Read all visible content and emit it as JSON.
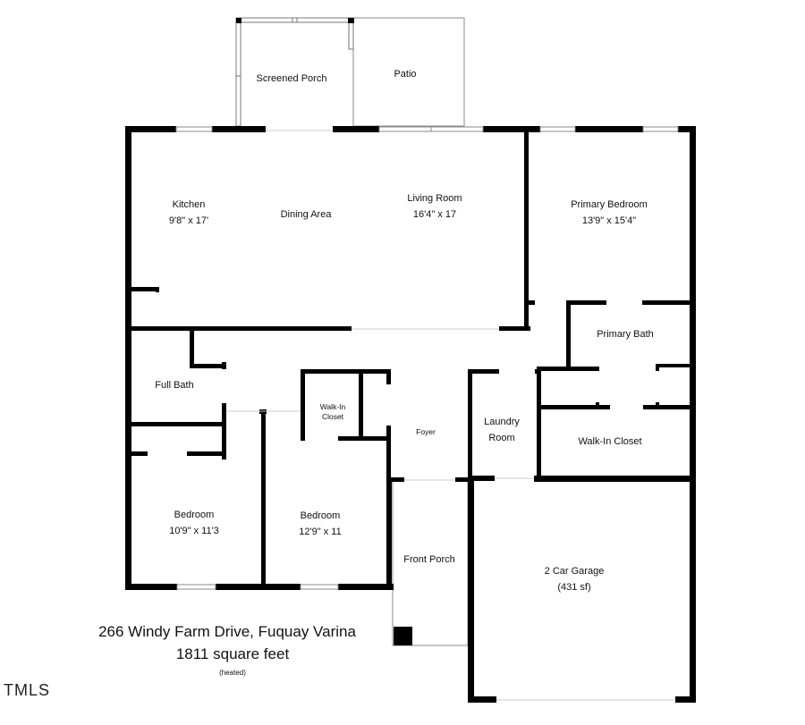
{
  "floor_plan": {
    "rooms": [
      {
        "id": "screened-porch",
        "name": "Screened Porch",
        "dimensions": ""
      },
      {
        "id": "patio",
        "name": "Patio",
        "dimensions": ""
      },
      {
        "id": "kitchen",
        "name": "Kitchen",
        "dimensions": "9'8\" x 17'"
      },
      {
        "id": "dining-area",
        "name": "Dining Area",
        "dimensions": ""
      },
      {
        "id": "living-room",
        "name": "Living Room",
        "dimensions": "16'4\" x 17"
      },
      {
        "id": "primary-bedroom",
        "name": "Primary Bedroom",
        "dimensions": "13'9\" x 15'4\""
      },
      {
        "id": "primary-bath",
        "name": "Primary Bath",
        "dimensions": ""
      },
      {
        "id": "full-bath",
        "name": "Full Bath",
        "dimensions": ""
      },
      {
        "id": "walk-in-closet-small",
        "name": "Walk-In",
        "name2": "Closet",
        "dimensions": ""
      },
      {
        "id": "foyer",
        "name": "Foyer",
        "dimensions": ""
      },
      {
        "id": "laundry-room",
        "name": "Laundry",
        "name2": "Room",
        "dimensions": ""
      },
      {
        "id": "walk-in-closet",
        "name": "Walk-In Closet",
        "dimensions": ""
      },
      {
        "id": "bedroom-1",
        "name": "Bedroom",
        "dimensions": "10'9\" x 11'3"
      },
      {
        "id": "bedroom-2",
        "name": "Bedroom",
        "dimensions": "12'9\" x 11"
      },
      {
        "id": "front-porch",
        "name": "Front Porch",
        "dimensions": ""
      },
      {
        "id": "garage",
        "name": "2 Car Garage",
        "dimensions": "(431 sf)"
      }
    ]
  },
  "footer": {
    "address": "266 Windy Farm Drive, Fuquay Varina",
    "square_feet": "1811 square feet",
    "note": "(heated)"
  },
  "watermark": "TMLS",
  "colors": {
    "wall": "#000000",
    "background": "#ffffff",
    "window": "#999999"
  }
}
